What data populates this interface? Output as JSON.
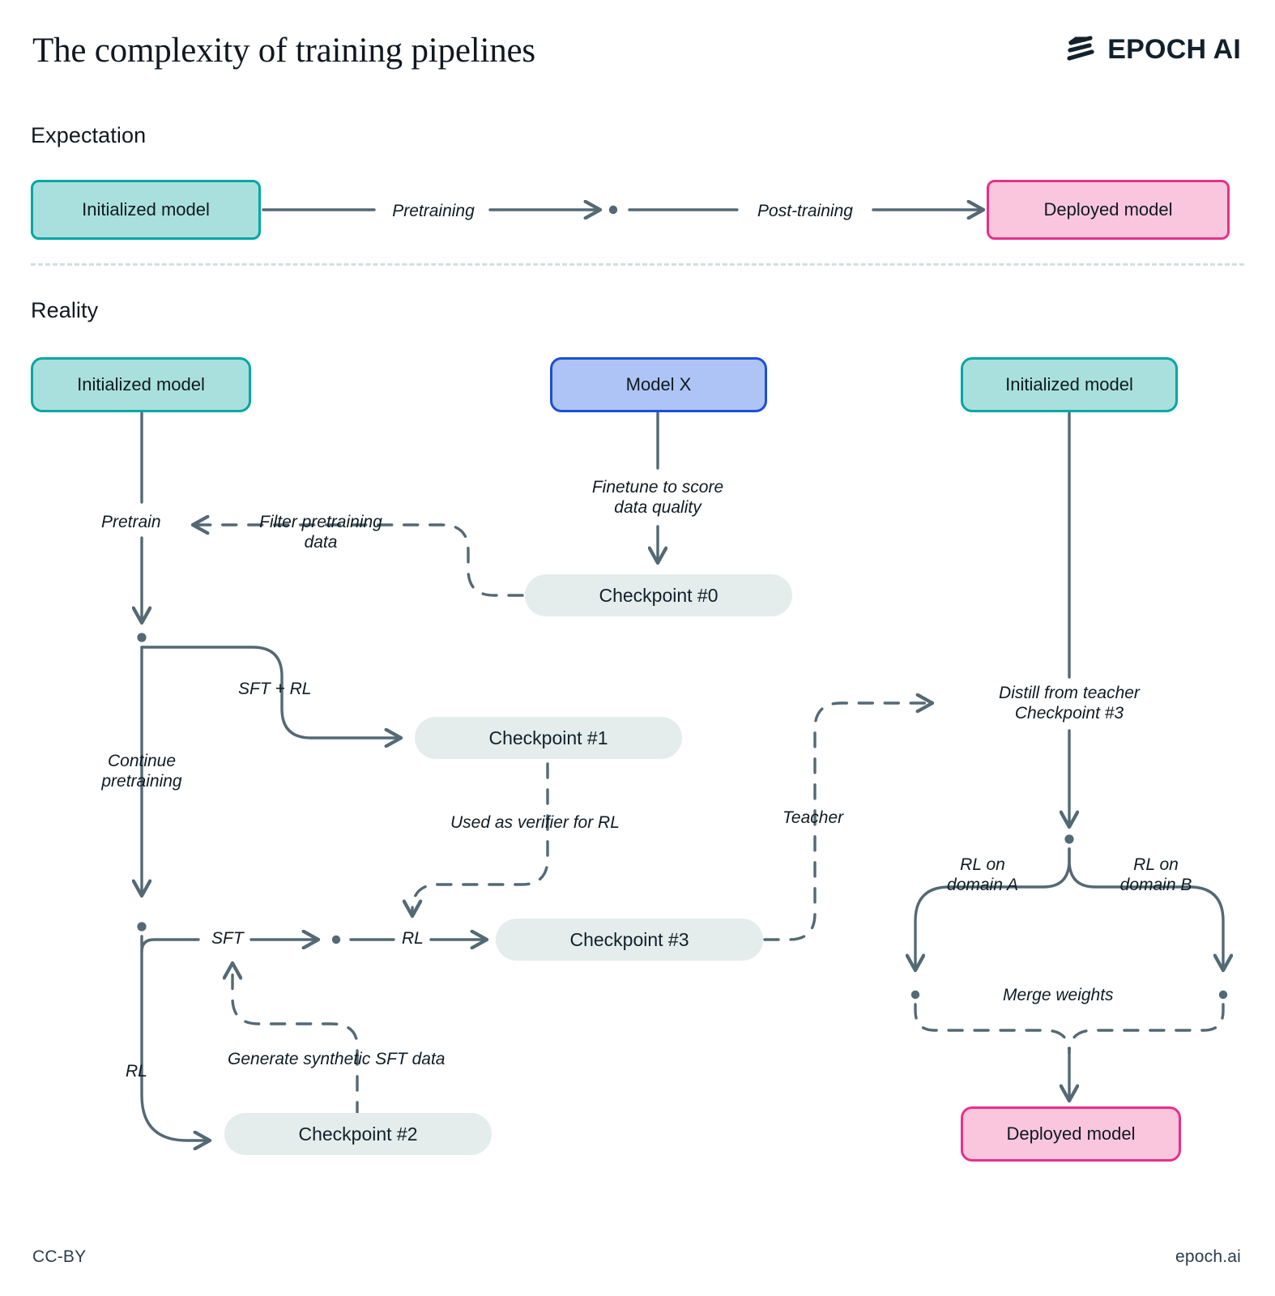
{
  "header": {
    "title": "The complexity of training pipelines",
    "brand_name": "EPOCH AI",
    "brand_icon": "epoch-slashes-logo"
  },
  "sections": {
    "expectation_label": "Expectation",
    "reality_label": "Reality"
  },
  "expectation": {
    "nodes": [
      {
        "id": "init",
        "label": "Initialized model",
        "style": "teal"
      },
      {
        "id": "deployed",
        "label": "Deployed model",
        "style": "pink"
      }
    ],
    "edges": [
      {
        "id": "pretraining",
        "label": "Pretraining"
      },
      {
        "id": "post-training",
        "label": "Post-training"
      }
    ]
  },
  "reality": {
    "nodes": [
      {
        "id": "init-left",
        "label": "Initialized model",
        "style": "teal"
      },
      {
        "id": "model-x",
        "label": "Model X",
        "style": "blue"
      },
      {
        "id": "init-right",
        "label": "Initialized model",
        "style": "teal"
      },
      {
        "id": "ckpt0",
        "label": "Checkpoint #0",
        "style": "checkpoint"
      },
      {
        "id": "ckpt1",
        "label": "Checkpoint #1",
        "style": "checkpoint"
      },
      {
        "id": "ckpt2",
        "label": "Checkpoint #2",
        "style": "checkpoint"
      },
      {
        "id": "ckpt3",
        "label": "Checkpoint #3",
        "style": "checkpoint"
      },
      {
        "id": "deployed",
        "label": "Deployed model",
        "style": "pink"
      }
    ],
    "edges": [
      {
        "id": "pretrain",
        "label": "Pretrain",
        "kind": "solid"
      },
      {
        "id": "filter-pretraining-data",
        "label": "Filter pretraining data",
        "kind": "dashed"
      },
      {
        "id": "finetune-score",
        "label": "Finetune to score data quality",
        "kind": "solid"
      },
      {
        "id": "sft-rl",
        "label": "SFT + RL",
        "kind": "solid"
      },
      {
        "id": "continue-pretraining",
        "label": "Continue pretraining",
        "kind": "solid"
      },
      {
        "id": "used-as-verifier",
        "label": "Used as verifier for RL",
        "kind": "dashed"
      },
      {
        "id": "sft",
        "label": "SFT",
        "kind": "solid"
      },
      {
        "id": "rl-mid",
        "label": "RL",
        "kind": "solid"
      },
      {
        "id": "rl-down",
        "label": "RL",
        "kind": "solid"
      },
      {
        "id": "generate-synthetic",
        "label": "Generate synthetic SFT data",
        "kind": "dashed"
      },
      {
        "id": "teacher",
        "label": "Teacher",
        "kind": "dashed"
      },
      {
        "id": "distill",
        "label": "Distill from teacher Checkpoint #3",
        "kind": "solid"
      },
      {
        "id": "rl-domain-a",
        "label": "RL on domain A",
        "kind": "solid"
      },
      {
        "id": "rl-domain-b",
        "label": "RL on domain B",
        "kind": "solid"
      },
      {
        "id": "merge-weights",
        "label": "Merge weights",
        "kind": "dashed"
      }
    ]
  },
  "footer": {
    "license": "CC-BY",
    "site": "epoch.ai"
  },
  "colors": {
    "teal_fill": "#a9e0dd",
    "teal_border": "#00a7a4",
    "pink_fill": "#f9c6de",
    "pink_border": "#e8308a",
    "blue_fill": "#aec4f7",
    "blue_border": "#1d4ed8",
    "checkpoint_fill": "#e4edec",
    "wire": "#546974",
    "divider": "#d3dee1"
  }
}
